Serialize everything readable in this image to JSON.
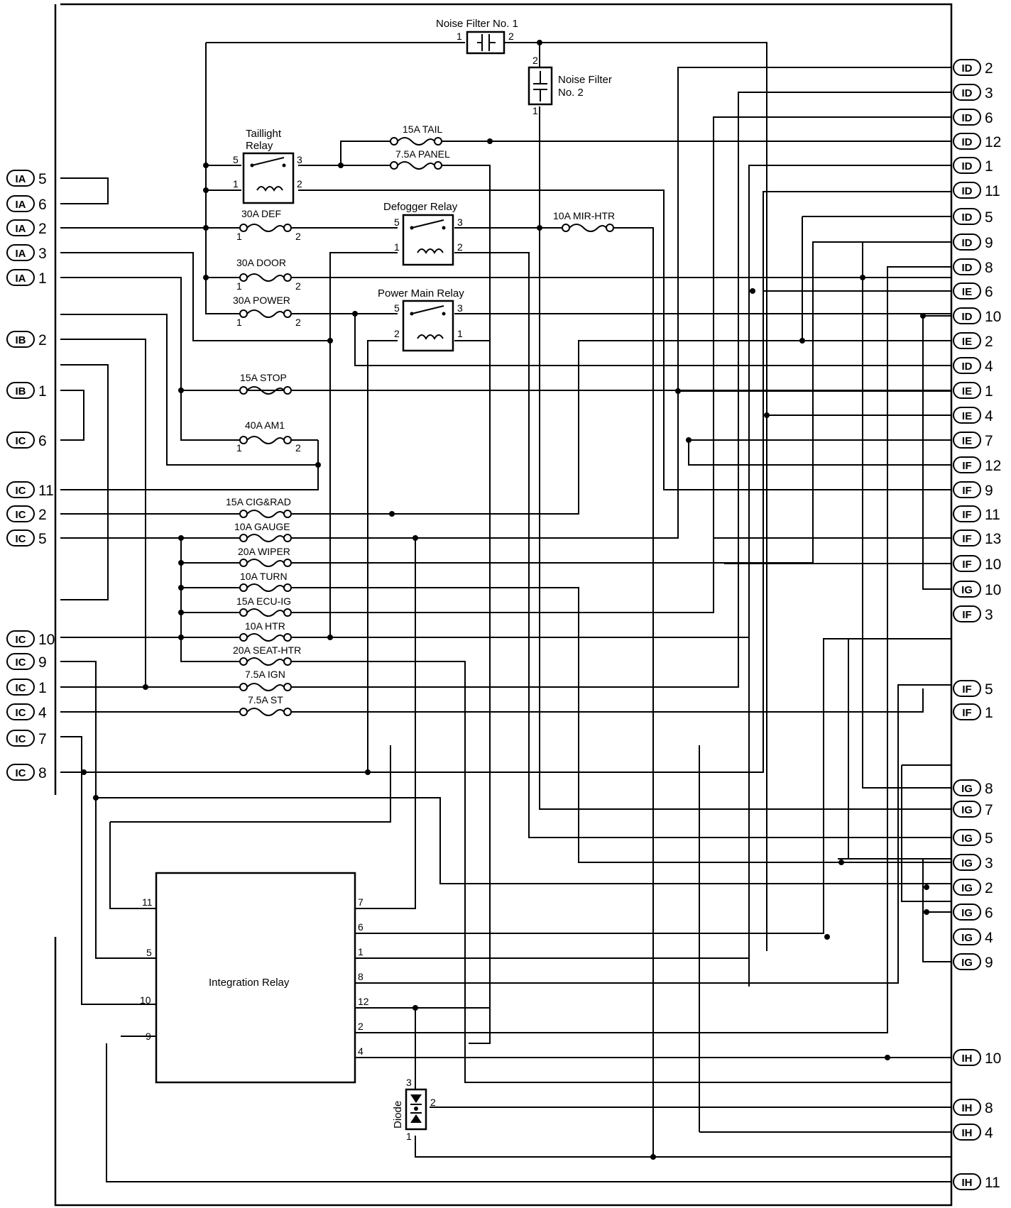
{
  "noise_filter_1": {
    "label": "Noise Filter No. 1",
    "pin_a": "1",
    "pin_b": "2"
  },
  "noise_filter_2": {
    "label_line1": "Noise Filter",
    "label_line2": "No. 2",
    "pin_top": "2",
    "pin_bottom": "1"
  },
  "relays": {
    "taillight": {
      "line1": "Taillight",
      "line2": "Relay",
      "p5": "5",
      "p3": "3",
      "p1": "1",
      "p2": "2"
    },
    "defogger": {
      "label": "Defogger Relay",
      "p5": "5",
      "p3": "3",
      "p1": "1",
      "p2": "2"
    },
    "power_main": {
      "label": "Power Main Relay",
      "p5": "5",
      "p3": "3",
      "p2": "2",
      "p1": "1"
    }
  },
  "fuses": {
    "tail": "15A TAIL",
    "panel": "7.5A PANEL",
    "def": "30A DEF",
    "door": "30A DOOR",
    "power": "30A POWER",
    "mir_htr": "10A MIR-HTR",
    "stop": "15A STOP",
    "am1": "40A AM1",
    "cig_rad": "15A CIG&RAD",
    "gauge": "10A GAUGE",
    "wiper": "20A WIPER",
    "turn": "10A TURN",
    "ecu_ig": "15A ECU-IG",
    "htr": "10A HTR",
    "seat_htr": "20A SEAT-HTR",
    "ign": "7.5A IGN",
    "st": "7.5A ST"
  },
  "fuse_pins": {
    "one": "1",
    "two": "2"
  },
  "integration_relay": {
    "label": "Integration Relay",
    "left_pins": [
      "11",
      "5",
      "10",
      "9"
    ],
    "right_pins": [
      "7",
      "6",
      "1",
      "8",
      "12",
      "2",
      "4"
    ]
  },
  "diode": {
    "label": "Diode",
    "p3": "3",
    "p2": "2",
    "p1": "1"
  },
  "left_connectors": [
    {
      "id": "IA",
      "pin": "5"
    },
    {
      "id": "IA",
      "pin": "6"
    },
    {
      "id": "IA",
      "pin": "2"
    },
    {
      "id": "IA",
      "pin": "3"
    },
    {
      "id": "IA",
      "pin": "1"
    },
    {
      "id": "IB",
      "pin": "2"
    },
    {
      "id": "IB",
      "pin": "1"
    },
    {
      "id": "IC",
      "pin": "6"
    },
    {
      "id": "IC",
      "pin": "11"
    },
    {
      "id": "IC",
      "pin": "2"
    },
    {
      "id": "IC",
      "pin": "5"
    },
    {
      "id": "IC",
      "pin": "10"
    },
    {
      "id": "IC",
      "pin": "9"
    },
    {
      "id": "IC",
      "pin": "1"
    },
    {
      "id": "IC",
      "pin": "4"
    },
    {
      "id": "IC",
      "pin": "7"
    },
    {
      "id": "IC",
      "pin": "8"
    }
  ],
  "right_connectors": [
    {
      "id": "ID",
      "pin": "2"
    },
    {
      "id": "ID",
      "pin": "3"
    },
    {
      "id": "ID",
      "pin": "6"
    },
    {
      "id": "ID",
      "pin": "12"
    },
    {
      "id": "ID",
      "pin": "1"
    },
    {
      "id": "ID",
      "pin": "11"
    },
    {
      "id": "ID",
      "pin": "5"
    },
    {
      "id": "ID",
      "pin": "9"
    },
    {
      "id": "ID",
      "pin": "8"
    },
    {
      "id": "IE",
      "pin": "6"
    },
    {
      "id": "ID",
      "pin": "10"
    },
    {
      "id": "IE",
      "pin": "2"
    },
    {
      "id": "ID",
      "pin": "4"
    },
    {
      "id": "IE",
      "pin": "1"
    },
    {
      "id": "IE",
      "pin": "4"
    },
    {
      "id": "IE",
      "pin": "7"
    },
    {
      "id": "IF",
      "pin": "12"
    },
    {
      "id": "IF",
      "pin": "9"
    },
    {
      "id": "IF",
      "pin": "11"
    },
    {
      "id": "IF",
      "pin": "13"
    },
    {
      "id": "IF",
      "pin": "10"
    },
    {
      "id": "IG",
      "pin": "10"
    },
    {
      "id": "IF",
      "pin": "3"
    },
    {
      "id": "IF",
      "pin": "5"
    },
    {
      "id": "IF",
      "pin": "1"
    },
    {
      "id": "IG",
      "pin": "8"
    },
    {
      "id": "IG",
      "pin": "7"
    },
    {
      "id": "IG",
      "pin": "5"
    },
    {
      "id": "IG",
      "pin": "3"
    },
    {
      "id": "IG",
      "pin": "2"
    },
    {
      "id": "IG",
      "pin": "6"
    },
    {
      "id": "IG",
      "pin": "4"
    },
    {
      "id": "IG",
      "pin": "9"
    },
    {
      "id": "IH",
      "pin": "10"
    },
    {
      "id": "IH",
      "pin": "8"
    },
    {
      "id": "IH",
      "pin": "4"
    },
    {
      "id": "IH",
      "pin": "11"
    }
  ]
}
